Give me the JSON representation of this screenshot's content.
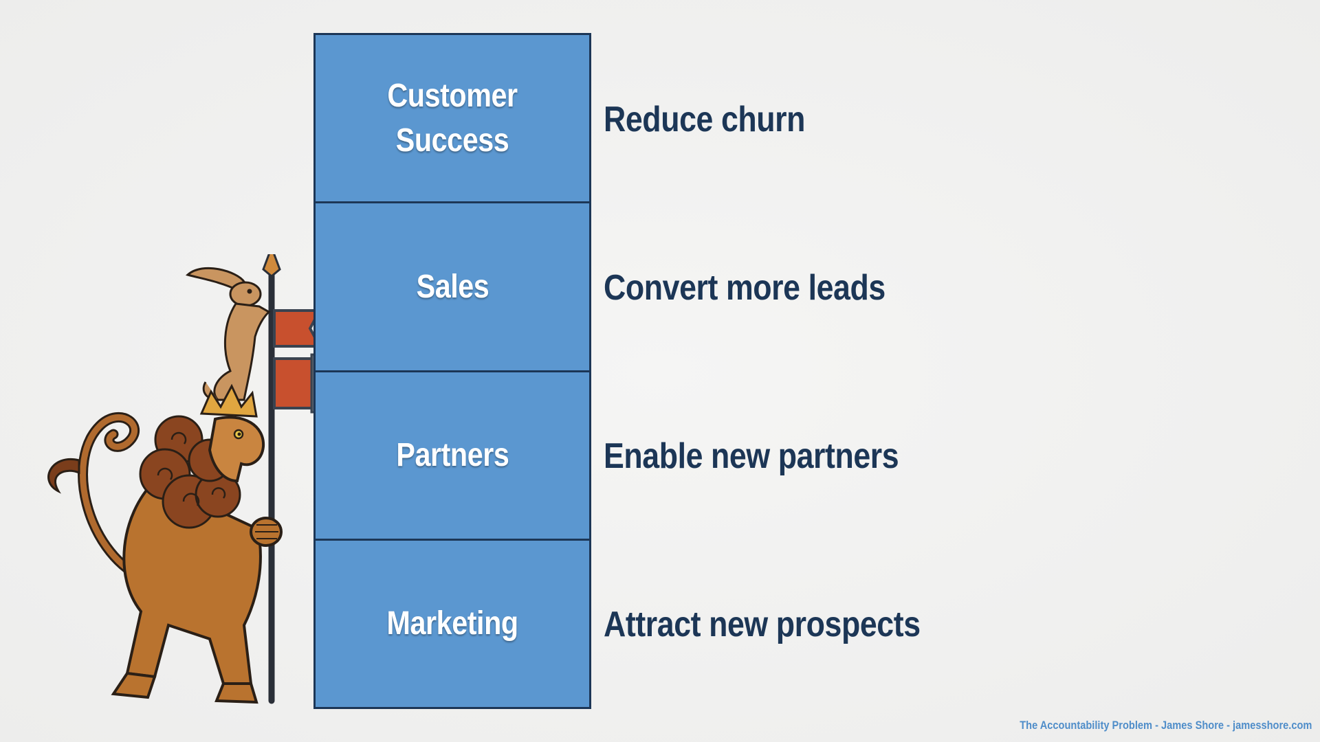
{
  "blocks": [
    {
      "label": "Customer\nSuccess",
      "goal": "Reduce churn"
    },
    {
      "label": "Sales",
      "goal": "Convert more leads"
    },
    {
      "label": "Partners",
      "goal": "Enable new partners"
    },
    {
      "label": "Marketing",
      "goal": "Attract new prospects"
    }
  ],
  "footer": "The Accountability Problem - James Shore - jamesshore.com",
  "illustration_icon": "heraldic-lion-and-hare-with-banner-icon",
  "colors": {
    "block_fill": "#5b97d0",
    "block_border": "#1c3656",
    "goal_text": "#1c3656",
    "footer_text": "#4f8dc9",
    "banner": "#c8502e"
  }
}
